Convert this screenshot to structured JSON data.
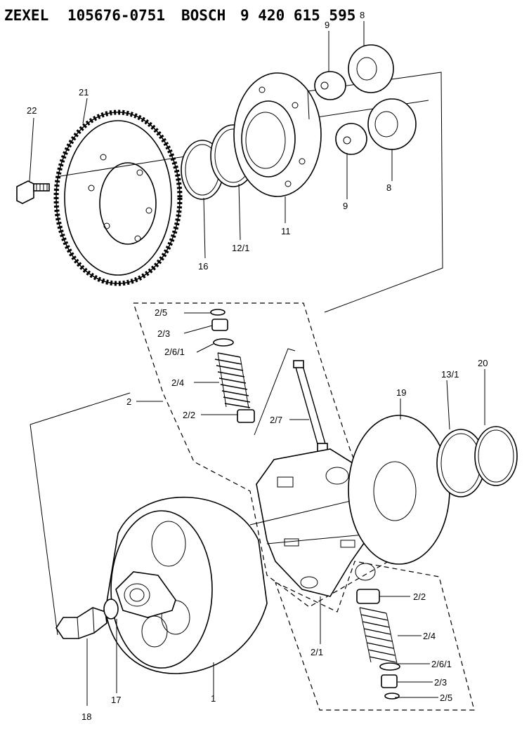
{
  "header": {
    "brand1": "ZEXEL",
    "part1": "105676-0751",
    "brand2": "BOSCH",
    "part2": "9 420 615 595"
  },
  "callouts": {
    "c1": "1",
    "c2": "2",
    "c8a": "8",
    "c8b": "8",
    "c9a": "9",
    "c9b": "9",
    "c11": "11",
    "c12": "12/1",
    "c13": "13/1",
    "c16": "16",
    "c17": "17",
    "c18": "18",
    "c19": "19",
    "c20": "20",
    "c21": "21",
    "c22": "22",
    "c21_1": "2/1",
    "u22": "2/2",
    "u23": "2/3",
    "u24": "2/4",
    "u25": "2/5",
    "u26": "2/6/1",
    "c27": "2/7",
    "l22": "2/2",
    "l23": "2/3",
    "l24": "2/4",
    "l25": "2/5",
    "l26": "2/6/1"
  }
}
